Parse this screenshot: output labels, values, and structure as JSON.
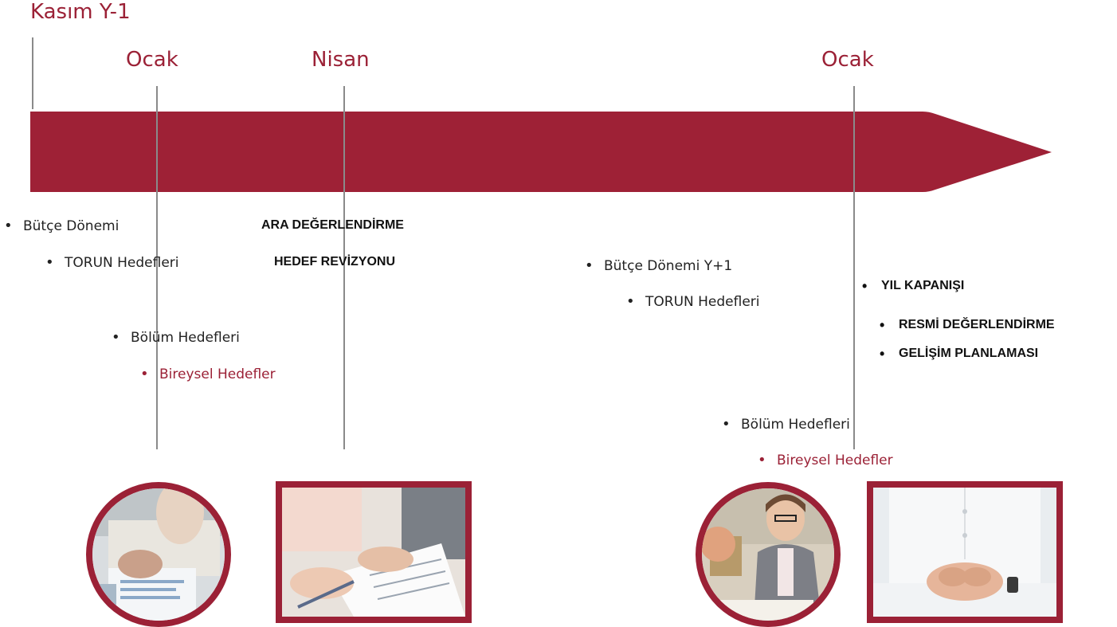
{
  "timeline": {
    "start_label": "Kasım Y-1",
    "months": [
      "Ocak",
      "Nisan",
      "Ocak"
    ],
    "arrow_color": "#9B2136"
  },
  "left_group": {
    "items": [
      "Bütçe Dönemi",
      "TORUN Hedefleri",
      "Bölüm Hedefleri",
      "Bireysel Hedefler"
    ]
  },
  "mid_group": {
    "items": [
      "ARA DEĞERLENDİRME",
      "HEDEF REVİZYONU"
    ]
  },
  "right_group": {
    "items": [
      "Bütçe Dönemi Y+1",
      "TORUN Hedefleri",
      "Bölüm Hedefleri",
      "Bireysel Hedefler"
    ]
  },
  "year_end": {
    "title": "YIL KAPANIŞI",
    "items": [
      "RESMİ DEĞERLENDİRME",
      "GELİŞİM PLANLAMASI"
    ]
  },
  "photos": [
    "meeting-photo",
    "document-review-photo",
    "smiling-manager-photo",
    "clasped-hands-photo"
  ]
}
